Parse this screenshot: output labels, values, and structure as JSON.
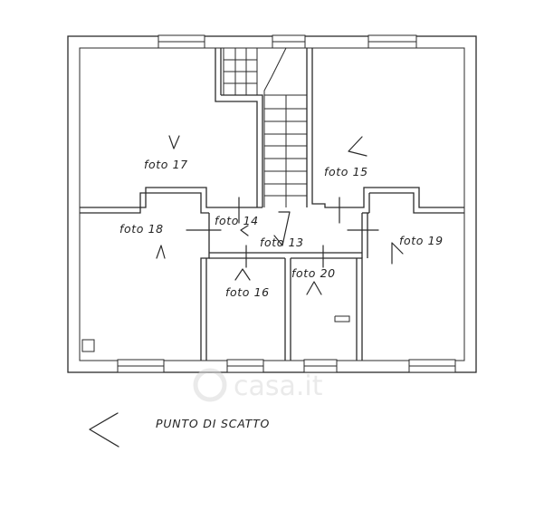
{
  "plan": {
    "rooms": [
      {
        "id": "17",
        "label": "foto 17"
      },
      {
        "id": "15",
        "label": "foto 15"
      },
      {
        "id": "18",
        "label": "foto 18"
      },
      {
        "id": "14",
        "label": "foto 14"
      },
      {
        "id": "13",
        "label": "foto 13"
      },
      {
        "id": "19",
        "label": "foto 19"
      },
      {
        "id": "20",
        "label": "foto 20"
      },
      {
        "id": "16",
        "label": "foto 16"
      }
    ],
    "legend": {
      "label": "PUNTO DI SCATTO",
      "icon": "camera-viewpoint-icon"
    },
    "watermark": {
      "text": "casa.it",
      "icon": "casa-logo-icon"
    }
  }
}
